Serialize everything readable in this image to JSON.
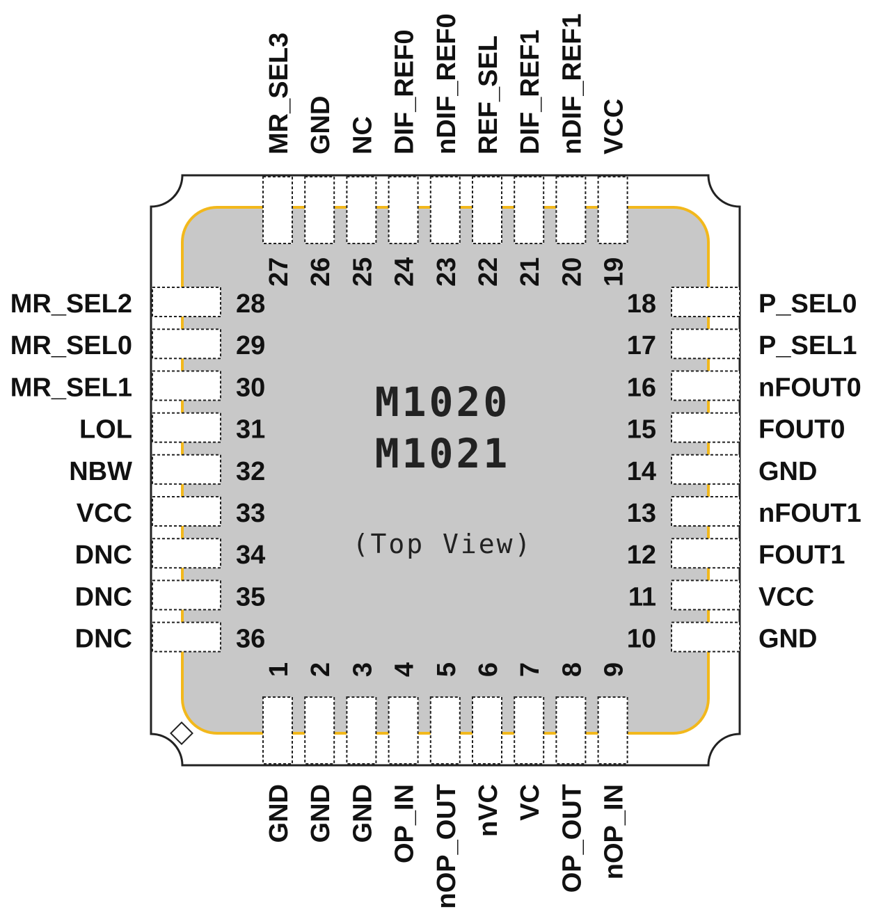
{
  "chip": {
    "title_line1": "M1020",
    "title_line2": "M1021",
    "view_label": "(Top View)"
  },
  "colors": {
    "body_fill": "#c8c8c8",
    "outline_gold": "#f2b81c",
    "package_line": "#222222"
  },
  "pins": {
    "left": [
      {
        "num": "28",
        "name": "MR_SEL2"
      },
      {
        "num": "29",
        "name": "MR_SEL0"
      },
      {
        "num": "30",
        "name": "MR_SEL1"
      },
      {
        "num": "31",
        "name": "LOL"
      },
      {
        "num": "32",
        "name": "NBW"
      },
      {
        "num": "33",
        "name": "VCC"
      },
      {
        "num": "34",
        "name": "DNC"
      },
      {
        "num": "35",
        "name": "DNC"
      },
      {
        "num": "36",
        "name": "DNC"
      }
    ],
    "right": [
      {
        "num": "18",
        "name": "P_SEL0"
      },
      {
        "num": "17",
        "name": "P_SEL1"
      },
      {
        "num": "16",
        "name": "nFOUT0"
      },
      {
        "num": "15",
        "name": "FOUT0"
      },
      {
        "num": "14",
        "name": "GND"
      },
      {
        "num": "13",
        "name": "nFOUT1"
      },
      {
        "num": "12",
        "name": "FOUT1"
      },
      {
        "num": "11",
        "name": "VCC"
      },
      {
        "num": "10",
        "name": "GND"
      }
    ],
    "top": [
      {
        "num": "27",
        "name": "MR_SEL3"
      },
      {
        "num": "26",
        "name": "GND"
      },
      {
        "num": "25",
        "name": "NC"
      },
      {
        "num": "24",
        "name": "DIF_REF0"
      },
      {
        "num": "23",
        "name": "nDIF_REF0"
      },
      {
        "num": "22",
        "name": "REF_SEL"
      },
      {
        "num": "21",
        "name": "DIF_REF1"
      },
      {
        "num": "20",
        "name": "nDIF_REF1"
      },
      {
        "num": "19",
        "name": "VCC"
      }
    ],
    "bottom": [
      {
        "num": "1",
        "name": "GND"
      },
      {
        "num": "2",
        "name": "GND"
      },
      {
        "num": "3",
        "name": "GND"
      },
      {
        "num": "4",
        "name": "OP_IN"
      },
      {
        "num": "5",
        "name": "nOP_OUT"
      },
      {
        "num": "6",
        "name": "nVC"
      },
      {
        "num": "7",
        "name": "VC"
      },
      {
        "num": "8",
        "name": "OP_OUT"
      },
      {
        "num": "9",
        "name": "nOP_IN"
      }
    ]
  }
}
